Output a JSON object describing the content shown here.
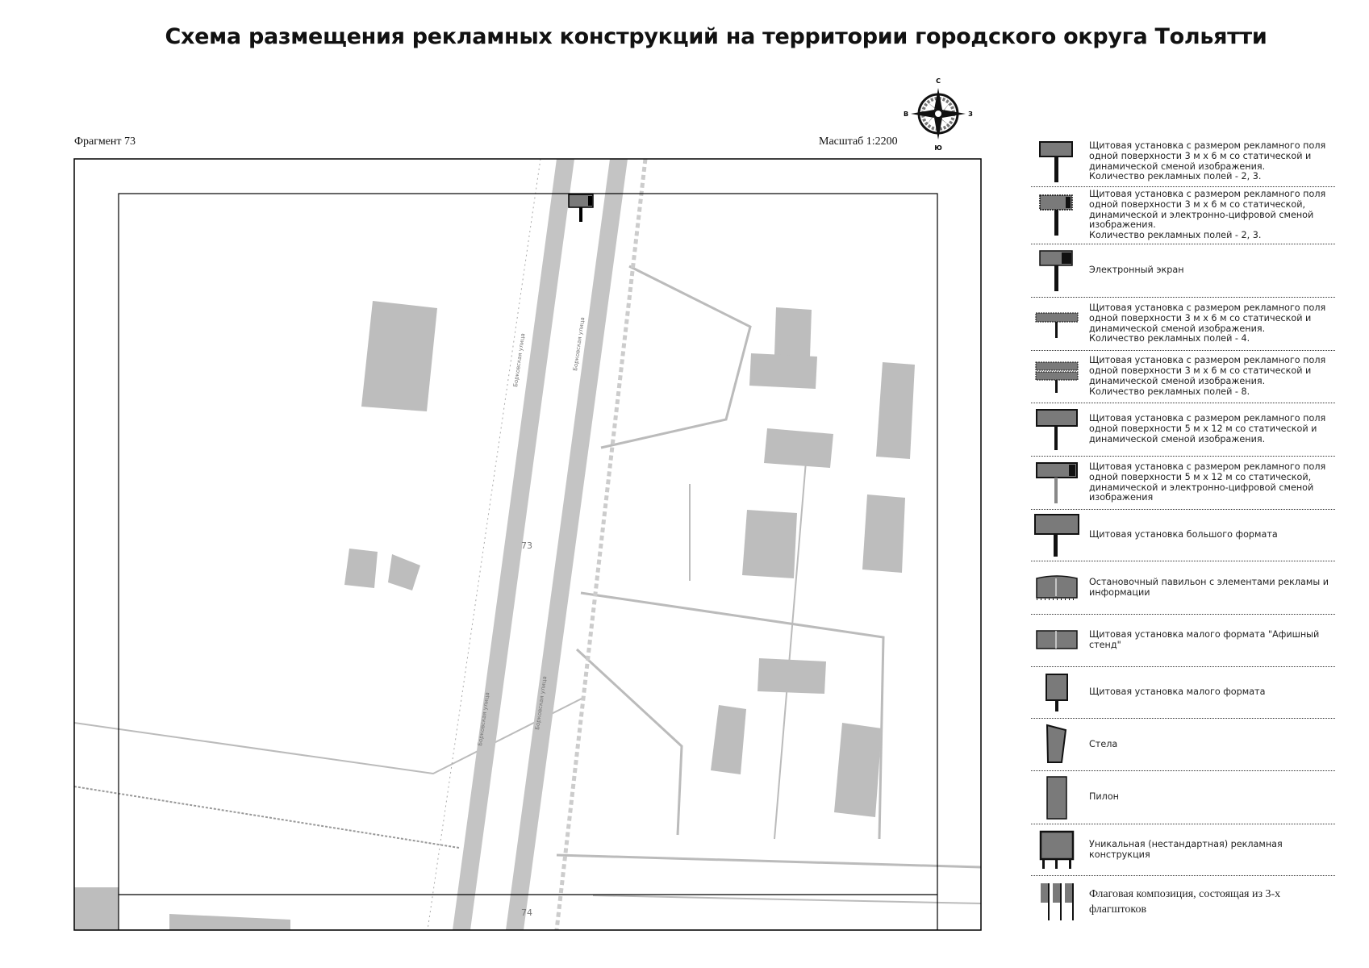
{
  "header": {
    "title": "Схема размещения рекламных конструкций на территории городского округа Тольятти",
    "fragment": "Фрагмент 73",
    "scale": "Масштаб 1:2200"
  },
  "compass": {
    "north": "С",
    "south": "Ю",
    "east": "З",
    "west": "В"
  },
  "map": {
    "street_label": "Борковская улица",
    "fragment_labels": [
      "73",
      "74"
    ],
    "colors": {
      "building": "#bdbdbd",
      "road": "#c4c4c4",
      "frame": "#000000",
      "marker": "#7a7a7a"
    }
  },
  "legend": [
    {
      "icon": "billboard-3x6-icon",
      "text": "Щитовая установка с размером рекламного поля одной поверхности 3 м х 6 м со статической и динамической сменой изображения.\nКоличество рекламных полей - 2, 3."
    },
    {
      "icon": "billboard-3x6-digital-icon",
      "text": "Щитовая установка с размером рекламного поля одной поверхности 3 м х 6 м со статической, динамической и электронно-цифровой сменой изображения.\nКоличество рекламных полей - 2, 3."
    },
    {
      "icon": "electronic-screen-icon",
      "text": "Электронный экран"
    },
    {
      "icon": "billboard-4-fields-icon",
      "text": "Щитовая установка с размером рекламного поля одной поверхности 3 м х 6 м со статической и динамической сменой изображения.\nКоличество рекламных полей - 4."
    },
    {
      "icon": "billboard-8-fields-icon",
      "text": "Щитовая установка с размером рекламного поля одной поверхности 3 м х 6 м со статической и динамической сменой изображения.\nКоличество рекламных полей - 8."
    },
    {
      "icon": "billboard-5x12-icon",
      "text": "Щитовая установка с размером рекламного поля одной поверхности 5 м х 12 м со статической и динамической сменой изображения."
    },
    {
      "icon": "billboard-5x12-digital-icon",
      "text": "Щитовая установка с размером рекламного поля одной поверхности 5 м х 12 м со статической, динамической и электронно-цифровой сменой изображения"
    },
    {
      "icon": "large-format-billboard-icon",
      "text": "Щитовая установка большого формата"
    },
    {
      "icon": "bus-stop-pavilion-icon",
      "text": "Остановочный павильон с элементами рекламы и информации"
    },
    {
      "icon": "poster-stand-icon",
      "text": "Щитовая установка малого формата \"Афишный стенд\""
    },
    {
      "icon": "small-format-billboard-icon",
      "text": "Щитовая установка малого формата"
    },
    {
      "icon": "stela-icon",
      "text": "Стела"
    },
    {
      "icon": "pylon-icon",
      "text": "Пилон"
    },
    {
      "icon": "unique-construction-icon",
      "text": "Уникальная (нестандартная) рекламная конструкция"
    },
    {
      "icon": "flag-composition-icon",
      "text": "Флаговая композиция, состоящая из 3-х флагштоков"
    }
  ]
}
